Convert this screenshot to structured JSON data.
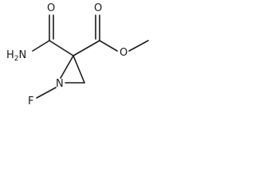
{
  "molecule": {
    "atom_labels": {
      "amide_o": "O",
      "amine": "H2N",
      "ester_carbonyl_o": "O",
      "ester_o": "O",
      "ring_n": "N",
      "fluorine": "F"
    },
    "colors": {
      "ink": "#1a1a1a",
      "background": "#ffffff"
    }
  }
}
